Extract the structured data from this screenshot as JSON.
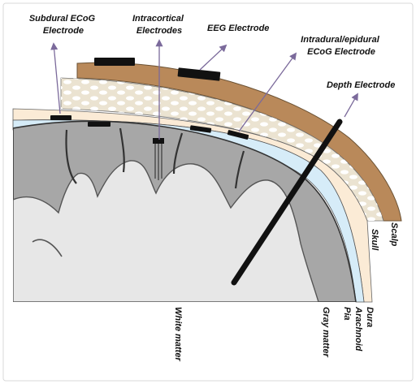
{
  "labels": {
    "subdural_ecog": [
      "Subdural ECoG",
      "Electrode"
    ],
    "intracortical": [
      "Intracortical",
      "Electrodes"
    ],
    "eeg": "EEG Electrode",
    "intradural_epidural": [
      "Intradural/epidural",
      "ECoG Electrode"
    ],
    "depth": "Depth Electrode",
    "scalp": "Scalp",
    "skull": "Skull",
    "dura": "Dura",
    "arachnoid": "Arachnoid",
    "pia": "Pia",
    "gray_matter": "Gray matter",
    "white_matter": "White matter"
  },
  "colors": {
    "scalp": "#b9895a",
    "skull": "#ebe3d1",
    "skull_pores": "#ffffff",
    "dura": "#fbebd6",
    "csf": "#d6ecf8",
    "gray_matter": "#a7a7a7",
    "white_matter": "#e7e7e7",
    "electrode": "#111111",
    "arrow": "#7b6a9b"
  }
}
